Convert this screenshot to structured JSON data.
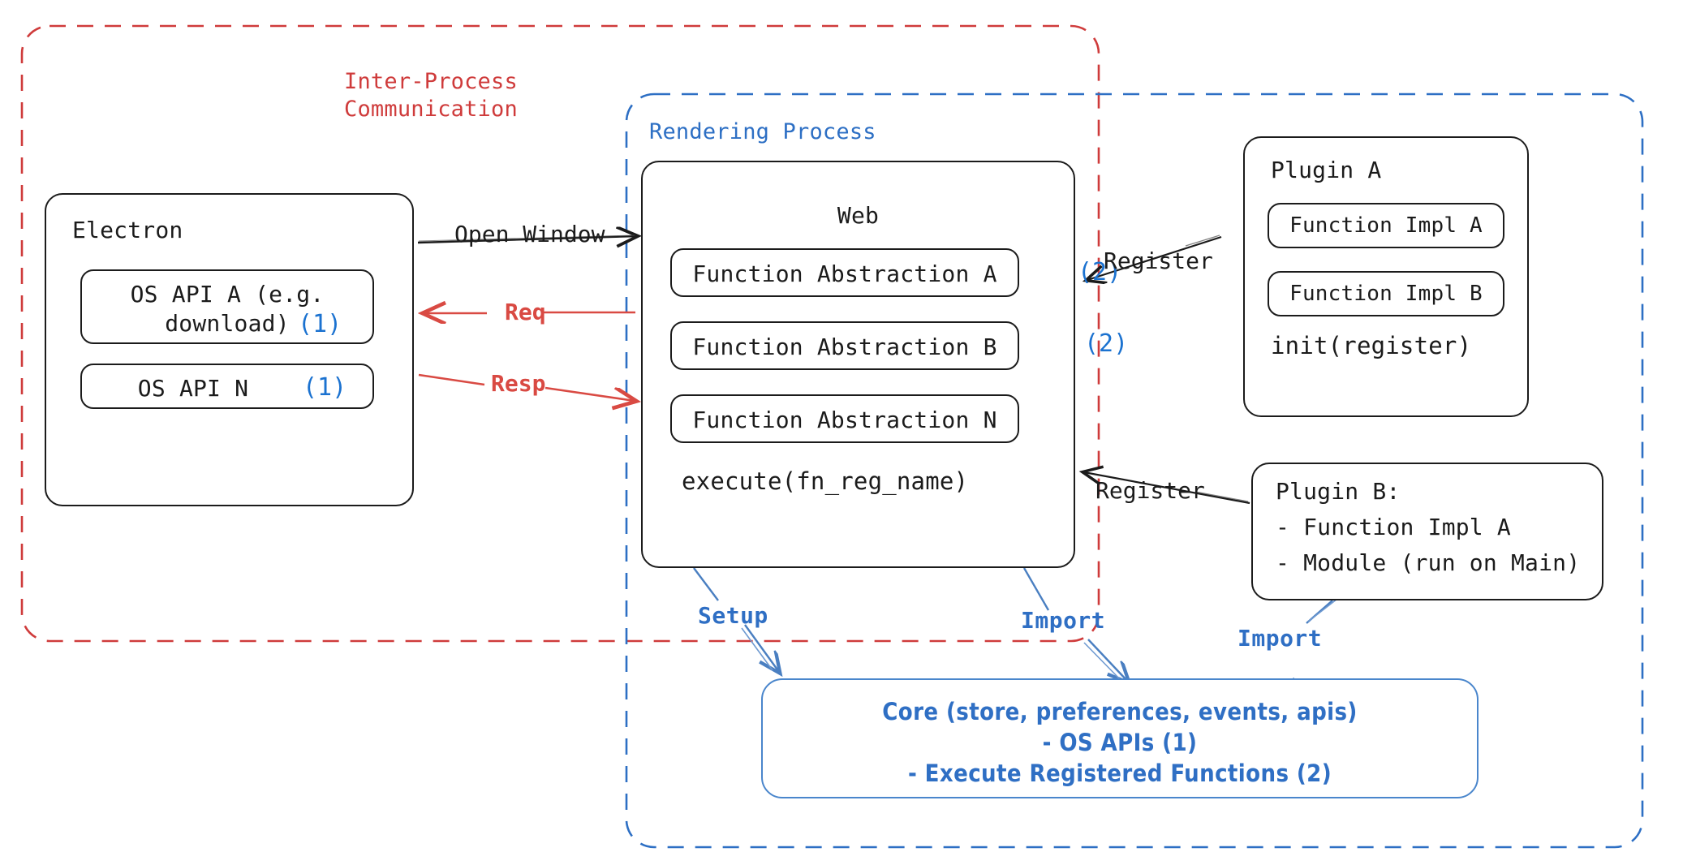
{
  "diagram": {
    "title_hidden": "",
    "groups": [
      {
        "id": "ipc",
        "label": "Inter-Process\nCommunication",
        "color": "#cf3b3b",
        "style": "dashed"
      },
      {
        "id": "rendering",
        "label": "Rendering Process",
        "color": "#2d6fc4",
        "style": "dashed"
      }
    ],
    "electron": {
      "title": "Electron",
      "items": [
        {
          "text": "OS API A (e.g.\ndownload)",
          "badge": "(1)"
        },
        {
          "text": "OS API N",
          "badge": "(1)"
        }
      ]
    },
    "web": {
      "title": "Web",
      "items": [
        {
          "text": "Function Abstraction A",
          "badge": "(2)"
        },
        {
          "text": "Function Abstraction B",
          "badge": "(2)"
        },
        {
          "text": "Function Abstraction N",
          "badge": ""
        }
      ],
      "footer": "execute(fn_reg_name)"
    },
    "plugin_a": {
      "title": "Plugin A",
      "items": [
        {
          "text": "Function Impl A"
        },
        {
          "text": "Function Impl B"
        }
      ],
      "footer": "init(register)"
    },
    "plugin_b": {
      "lines": [
        "Plugin B:",
        "- Function Impl A",
        "- Module (run on Main)"
      ]
    },
    "core": {
      "lines": [
        "Core (store, preferences, events, apis)",
        "- OS APIs (1)",
        "- Execute Registered Functions (2)"
      ],
      "color": "#2f6fc4"
    },
    "edges": [
      {
        "id": "open-window",
        "label": "Open Window",
        "color": "#1b1b1b",
        "direction": "right"
      },
      {
        "id": "req",
        "label": "Req",
        "color": "#d94a43",
        "direction": "left"
      },
      {
        "id": "resp",
        "label": "Resp",
        "color": "#d94a43",
        "direction": "right"
      },
      {
        "id": "register-a",
        "label": "Register",
        "color": "#1b1b1b",
        "direction": "left"
      },
      {
        "id": "register-b",
        "label": "Register",
        "color": "#1b1b1b",
        "direction": "left"
      },
      {
        "id": "setup",
        "label": "Setup",
        "color": "#2f6fc4",
        "direction": "down"
      },
      {
        "id": "import-web",
        "label": "Import",
        "color": "#2f6fc4",
        "direction": "down"
      },
      {
        "id": "import-plug",
        "label": "Import",
        "color": "#2f6fc4",
        "direction": "down"
      }
    ],
    "colors": {
      "ipc_red": "#cf3b3b",
      "render_blue": "#2d6fc4",
      "accent_blue": "#1b72d0",
      "ink": "#1b1b1b"
    }
  }
}
